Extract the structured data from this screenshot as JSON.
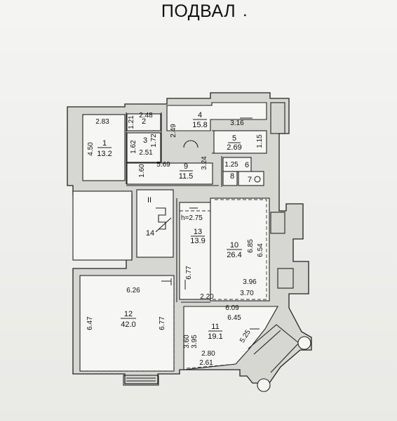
{
  "title": "ПОДВАЛ",
  "title_mark": ".",
  "rooms": {
    "r1": {
      "number": "1",
      "area": "13.2"
    },
    "r2": {
      "number": "2"
    },
    "r3": {
      "number": "3"
    },
    "r4": {
      "number": "4",
      "area": "15.8"
    },
    "r5": {
      "number": "5",
      "area": "2.69"
    },
    "r6": {
      "number": "6"
    },
    "r7": {
      "number": "7"
    },
    "r8": {
      "number": "8"
    },
    "r9": {
      "number": "9",
      "area": "11.5"
    },
    "r10": {
      "number": "10",
      "area": "26.4"
    },
    "r11": {
      "number": "11",
      "area": "19.1"
    },
    "r12": {
      "number": "12",
      "area": "42.0"
    },
    "r13": {
      "number": "13",
      "area": "13.9"
    },
    "r14": {
      "number": "14"
    }
  },
  "stair_label": "II",
  "height_note": "h=2.75",
  "dimensions": {
    "d283": "2.83",
    "d450": "4.50",
    "d248": "2.48",
    "d121": "1.21",
    "d162": "1.62",
    "d172": "1.72",
    "d251": "2.51",
    "d249": "2.49",
    "d316": "3.16",
    "d115": "1.15",
    "d160": "1.60",
    "d569": "5.69",
    "d324": "3.24",
    "d125": "1.25",
    "d685": "6.85",
    "d654": "6.54",
    "d677a": "6.77",
    "d396": "3.96",
    "d370": "3.70",
    "d220": "2.20",
    "d609": "6.09",
    "d645": "6.45",
    "d360": "3.60",
    "d395": "3.95",
    "d525": "5.25",
    "d280": "2.80",
    "d261": "2.61",
    "d626": "6.26",
    "d647": "6.47",
    "d677b": "6.77"
  }
}
